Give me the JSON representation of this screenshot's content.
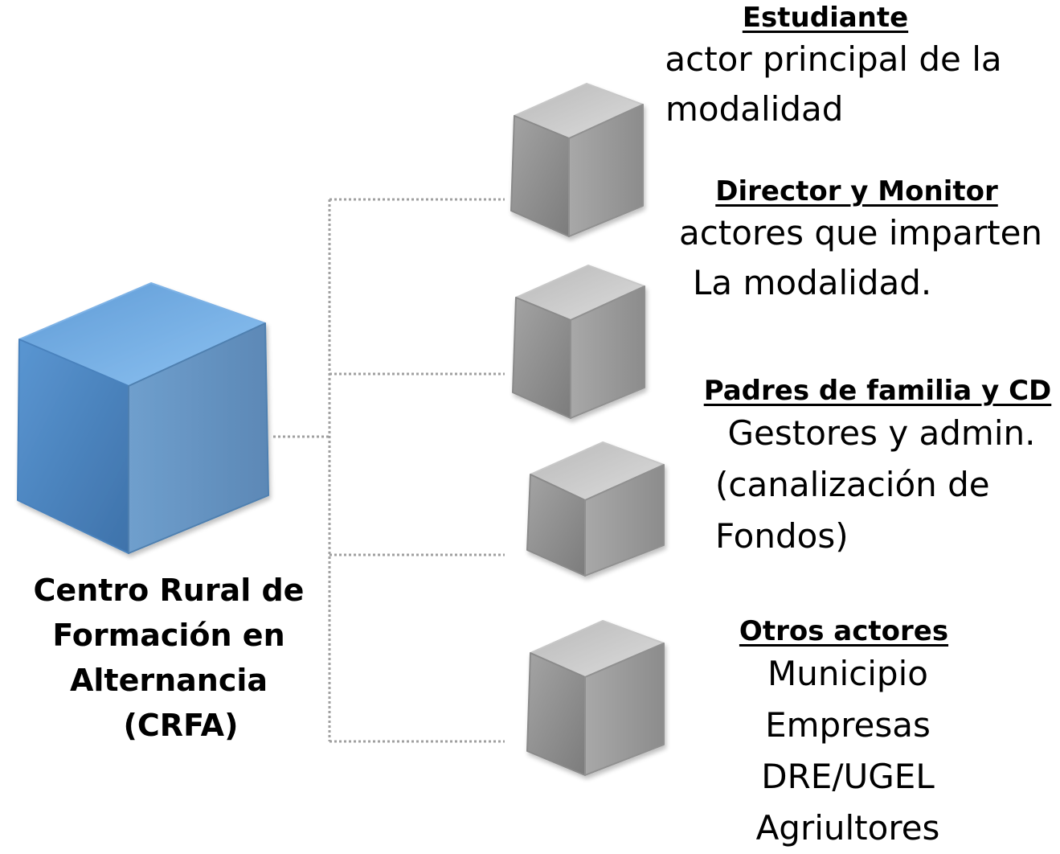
{
  "center_node": {
    "lines": [
      "Centro Rural de",
      "Formación en",
      "Alternancia",
      "(CRFA)"
    ],
    "color": "#5b93cc"
  },
  "actors": [
    {
      "heading": "Estudiante",
      "lines": [
        "actor principal de la",
        "modalidad"
      ]
    },
    {
      "heading": "Director y Monitor",
      "lines": [
        "actores que imparten",
        "La modalidad."
      ]
    },
    {
      "heading": "Padres de familia y CD",
      "lines": [
        "Gestores y admin.",
        "(canalización de",
        "Fondos)"
      ]
    },
    {
      "heading": "Otros actores",
      "lines": [
        "Municipio",
        "Empresas",
        "DRE/UGEL",
        "Agriultores"
      ]
    }
  ],
  "colors": {
    "actor_cube": "#9a9a9a",
    "connector": "#a0a0a0"
  }
}
